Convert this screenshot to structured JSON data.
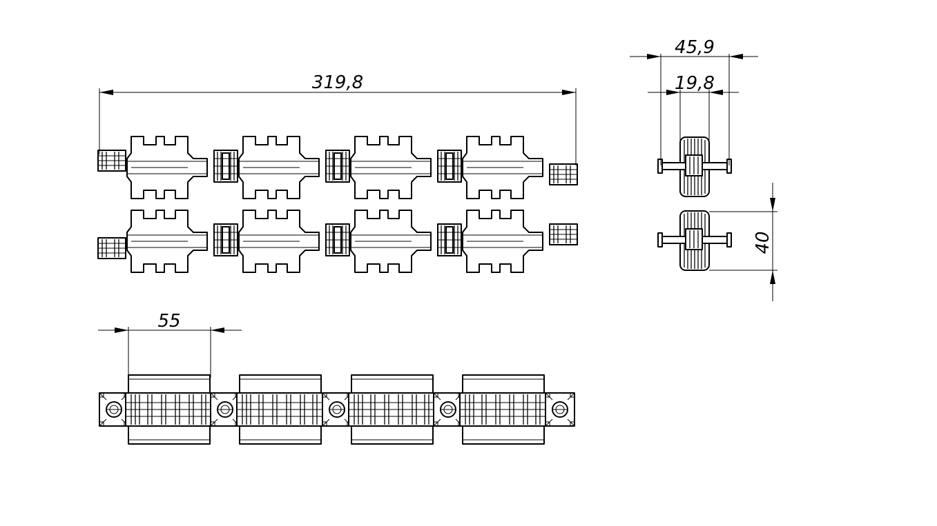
{
  "drawing": {
    "dimensions": {
      "overall_length": "319,8",
      "overall_width": "45,9",
      "inner_width": "19,8",
      "height": "40",
      "pitch": "55"
    },
    "views": {
      "top_links": 4,
      "front_links": 4,
      "side_view_parts": 2
    }
  }
}
